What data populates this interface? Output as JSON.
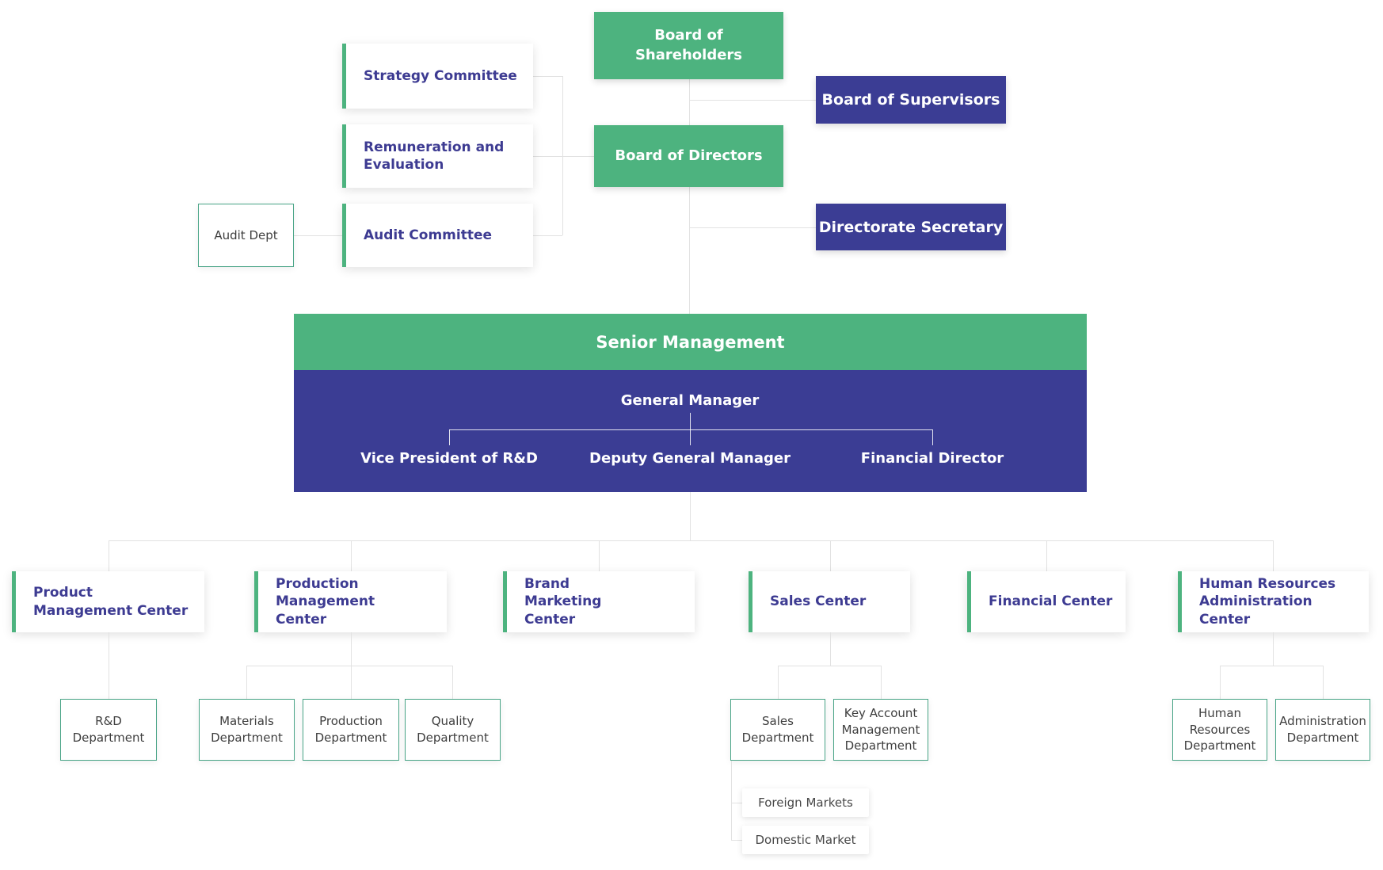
{
  "palette": {
    "green": "#4db37f",
    "indigo": "#3b3d94",
    "card_text": "#3d3b92",
    "dept_border": "#48a486",
    "dept_text": "#3e3e3e",
    "connector": "#e2e2e2"
  },
  "governance": {
    "board_of_shareholders": "Board of Shareholders",
    "board_of_directors": "Board of Directors",
    "board_of_supervisors": "Board of Supervisors",
    "directorate_secretary": "Directorate Secretary",
    "committees": [
      "Strategy Committee",
      "Remuneration and Evaluation",
      "Audit Committee"
    ],
    "audit_dept": "Audit Dept"
  },
  "senior_management": {
    "title": "Senior Management",
    "general_manager": "General Manager",
    "reports": [
      "Vice President of R&D",
      "Deputy General Manager",
      "Financial Director"
    ]
  },
  "centers": [
    {
      "label": "Product Management Center",
      "departments": [
        "R&D Department"
      ]
    },
    {
      "label": "Production Management Center",
      "departments": [
        "Materials Department",
        "Production Department",
        "Quality Department"
      ]
    },
    {
      "label": "Brand Marketing Center",
      "departments": []
    },
    {
      "label": "Sales Center",
      "departments": [
        "Sales Department",
        "Key Account Management Department"
      ]
    },
    {
      "label": "Financial Center",
      "departments": []
    },
    {
      "label": "Human Resources Administration Center",
      "departments": [
        "Human Resources Department",
        "Administration Department"
      ]
    }
  ],
  "markets": [
    "Foreign Markets",
    "Domestic Market"
  ]
}
